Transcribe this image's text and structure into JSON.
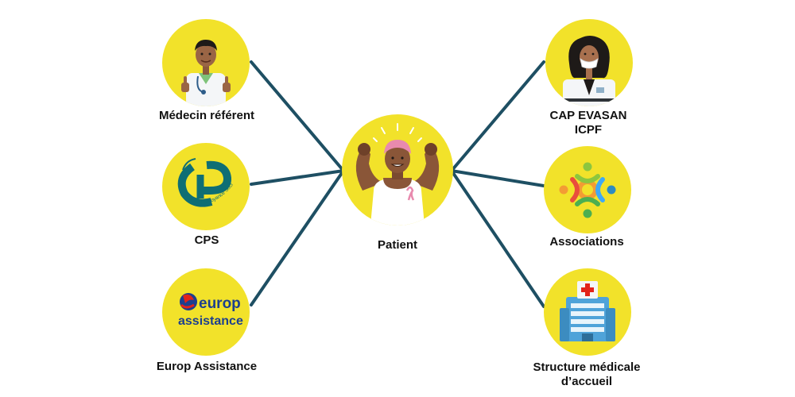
{
  "diagram": {
    "center": {
      "label": "Patient"
    },
    "nodes": [
      {
        "id": "medecin",
        "label": "Médecin référent",
        "side": "left"
      },
      {
        "id": "cps",
        "label": "CPS",
        "side": "left",
        "logo_text": "Caisse de Prévoyance Sociale"
      },
      {
        "id": "europ",
        "label": "Europ Assistance",
        "side": "left",
        "logo_text_1": "europ",
        "logo_text_2": "assistance"
      },
      {
        "id": "capevasan",
        "label_line1": "CAP EVASAN",
        "label_line2": "ICPF",
        "side": "right"
      },
      {
        "id": "associations",
        "label": "Associations",
        "side": "right"
      },
      {
        "id": "structure",
        "label_line1": "Structure médicale",
        "label_line2": "d’accueil",
        "side": "right"
      }
    ]
  },
  "colors": {
    "circle_fill": "#F2E22A",
    "connector": "#1E4F63",
    "cps_logo": "#0F6E74",
    "europ_blue": "#1D3F8F",
    "europ_red": "#E2231A"
  },
  "icons": [
    "doctor-icon",
    "cps-logo-icon",
    "europ-assistance-logo-icon",
    "patient-icon",
    "female-doctor-icon",
    "associations-icon",
    "hospital-icon"
  ]
}
